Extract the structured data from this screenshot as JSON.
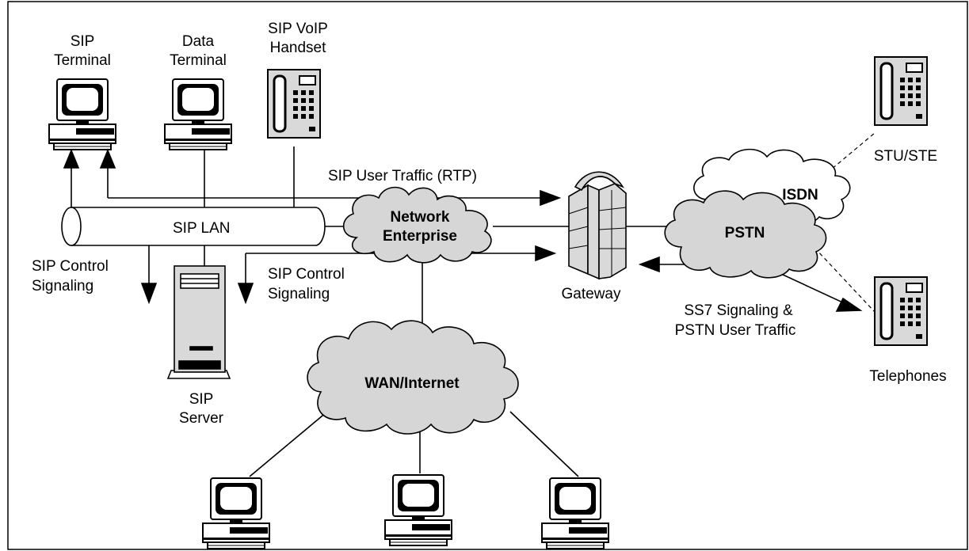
{
  "labels": {
    "sip_terminal_1": "SIP",
    "sip_terminal_2": "Terminal",
    "data_terminal_1": "Data",
    "data_terminal_2": "Terminal",
    "voip_handset_1": "SIP VoIP",
    "voip_handset_2": "Handset",
    "sip_lan": "SIP LAN",
    "user_traffic": "SIP User Traffic (RTP)",
    "control_left_1": "SIP Control",
    "control_left_2": "Signaling",
    "control_mid_1": "SIP Control",
    "control_mid_2": "Signaling",
    "sip_server_1": "SIP",
    "sip_server_2": "Server",
    "network_1": "Network",
    "network_2": "Enterprise",
    "wan": "WAN/Internet",
    "gateway": "Gateway",
    "isdn": "ISDN",
    "pstn": "PSTN",
    "stu_ste": "STU/STE",
    "ss7_1": "SS7 Signaling &",
    "ss7_2": "PSTN User Traffic",
    "telephones": "Telephones"
  },
  "colors": {
    "cloud_fill": "#d6d6d6",
    "device_fill": "#d9d9d9",
    "line": "#000000"
  },
  "icons": {
    "computer": "computer-terminal-icon",
    "phone": "desk-phone-icon",
    "server": "tower-server-icon",
    "gateway": "gateway-building-icon",
    "cloud": "network-cloud-icon"
  }
}
